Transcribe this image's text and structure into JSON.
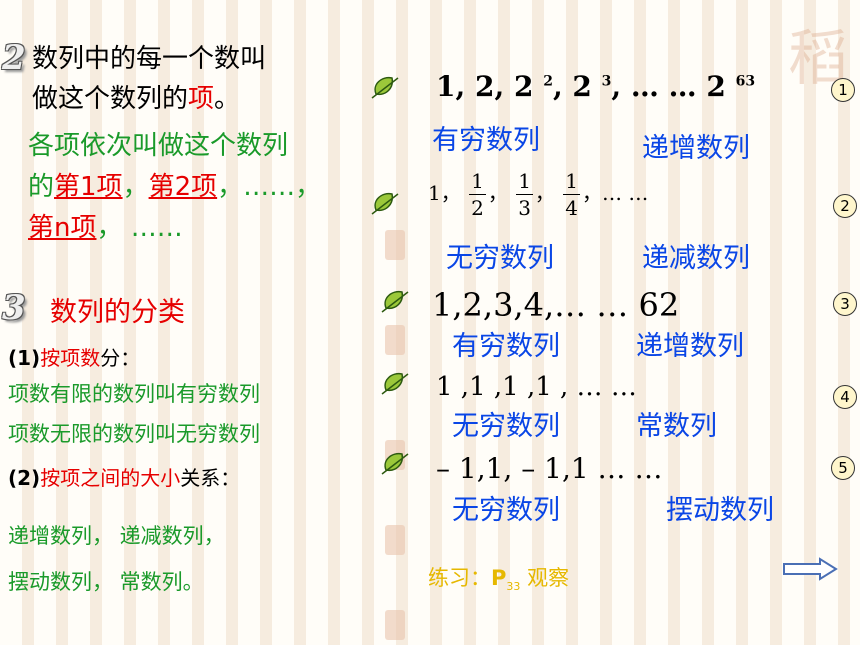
{
  "deco": {
    "watermark": "稻"
  },
  "left": {
    "section2": {
      "number": "2",
      "line1": "数列中的每一个数叫",
      "line2a": "做这个数列的",
      "line2_term": "项",
      "line2b": "。",
      "line3": "各项依次叫做这个数列",
      "line4_prefix": "的",
      "term1": "第1项",
      "sep1": "，",
      "term2": "第2项",
      "sep2": "，……，",
      "termn": "第n项",
      "sep3": "，  ……"
    },
    "section3": {
      "number": "3",
      "title": "数列的分类",
      "c1_prefix": "(1)",
      "c1_term": "按项数",
      "c1_suffix": "分：",
      "finite_def": "项数有限的数列叫有穷数列",
      "infinite_def": "项数无限的数列叫无穷数列",
      "c2_prefix": "(2)",
      "c2_term": "按项之间的大小",
      "c2_suffix": "关系：",
      "types1": "递增数列，   递减数列，",
      "types2": "摆动数列，   常数列。"
    }
  },
  "right": {
    "seq1": {
      "a": "1, 2, 2 ",
      "e1": "2",
      "b": ", 2 ",
      "e2": "3",
      "c": ", …  …  2 ",
      "e3": "63",
      "index": "1",
      "label_a": "有穷数列",
      "label_b": "递增数列"
    },
    "seq2": {
      "first": "1，",
      "num1": "1",
      "den1": "2",
      "num2": "1",
      "den2": "3",
      "num3": "1",
      "den3": "4",
      "sep": "，",
      "tail": "，…    …",
      "index": "2",
      "label_a": "无穷数列",
      "label_b": "递减数列"
    },
    "seq3": {
      "text": "1,2,3,4,… … 62",
      "index": "3",
      "label_a": "有穷数列",
      "label_b": "递增数列"
    },
    "seq4": {
      "text": "1 ,1 ,1 ,1 ,  …     …",
      "index": "4",
      "label_a": "无穷数列",
      "label_b": "常数列"
    },
    "seq5": {
      "text": "– 1,1, – 1,1 … …",
      "index": "5",
      "label_a": "无穷数列",
      "label_b": "摆动数列"
    },
    "exercise": {
      "prefix": "练习：",
      "page_p": "P",
      "page_num": "33",
      "suffix": " 观察"
    }
  }
}
